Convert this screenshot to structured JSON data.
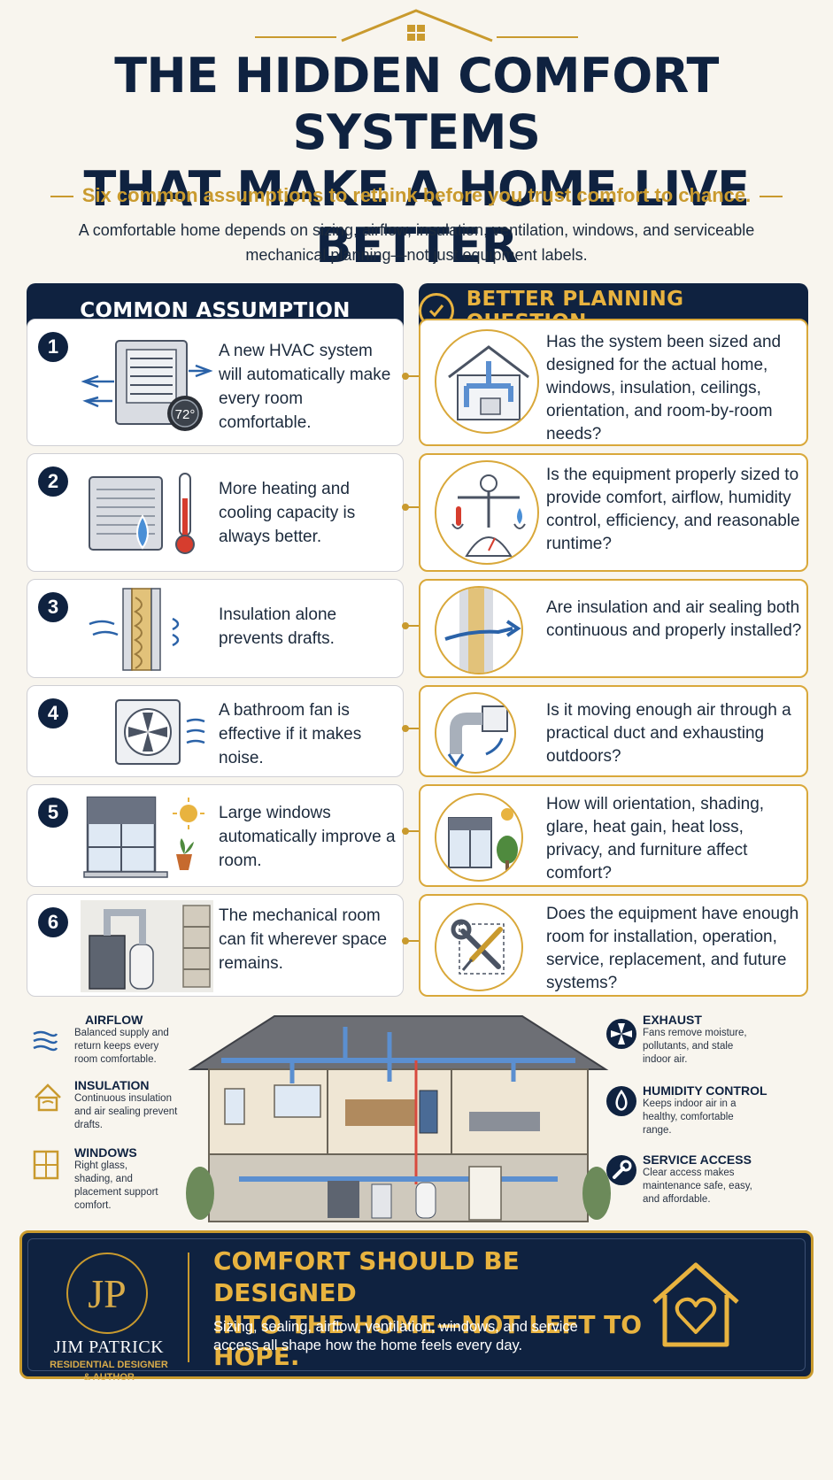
{
  "header": {
    "title_line1": "THE HIDDEN COMFORT SYSTEMS",
    "title_line2": "THAT MAKE A HOME LIVE BETTER",
    "subtitle": "Six common assumptions to rethink before you trust comfort to chance.",
    "intro": "A comfortable home depends on sizing, airflow, insulation, ventilation, windows, and serviceable mechanical planning—not just equipment labels."
  },
  "columns": {
    "left_heading": "COMMON ASSUMPTION",
    "right_heading": "BETTER PLANNING QUESTION"
  },
  "rows": [
    {
      "number": "1",
      "assumption": "A new HVAC system will automatically make every room comfortable.",
      "question": "Has the system been sized and designed for the actual home, windows, insulation, ceilings, orientation, and room-by-room needs?",
      "thermostat": "72°"
    },
    {
      "number": "2",
      "assumption": "More heating and cooling capacity is always better.",
      "question": "Is the equipment properly sized to provide comfort, airflow, humidity control, efficiency, and reasonable runtime?"
    },
    {
      "number": "3",
      "assumption": "Insulation alone prevents drafts.",
      "question": "Are insulation and air sealing both continuous and properly installed?"
    },
    {
      "number": "4",
      "assumption": "A bathroom fan is effective if it makes noise.",
      "question": "Is it moving enough air through a practical duct and exhausting outdoors?"
    },
    {
      "number": "5",
      "assumption": "Large windows automatically improve a room.",
      "question": "How will orientation, shading, glare, heat gain, heat loss, privacy, and furniture affect comfort?"
    },
    {
      "number": "6",
      "assumption": "The mechanical room can fit wherever space remains.",
      "question": "Does the equipment have enough room for installation, operation, service, replacement, and future systems?"
    }
  ],
  "diagram": {
    "left": [
      {
        "label": "AIRFLOW",
        "desc": "Balanced supply and return keeps every room comfortable."
      },
      {
        "label": "INSULATION",
        "desc": "Continuous insulation and air sealing prevent drafts."
      },
      {
        "label": "WINDOWS",
        "desc": "Right glass, shading, and placement support comfort."
      }
    ],
    "right": [
      {
        "label": "EXHAUST",
        "desc": "Fans remove moisture, pollutants, and stale indoor air."
      },
      {
        "label": "HUMIDITY CONTROL",
        "desc": "Keeps indoor air in a healthy, comfortable range."
      },
      {
        "label": "SERVICE ACCESS",
        "desc": "Clear access makes maintenance safe, easy, and affordable."
      }
    ]
  },
  "footer": {
    "monogram": "JP",
    "author_name": "JIM PATRICK",
    "author_role_line1": "RESIDENTIAL DESIGNER",
    "author_role_line2": "& AUTHOR",
    "headline_line1": "COMFORT SHOULD BE DESIGNED",
    "headline_line2": "INTO THE HOME—NOT LEFT TO HOPE.",
    "body": "Sizing, sealing, airflow, ventilation, windows, and service access all shape how the home feels every day."
  },
  "colors": {
    "navy": "#0f2240",
    "gold": "#c99a2e",
    "background": "#f8f5ee"
  }
}
